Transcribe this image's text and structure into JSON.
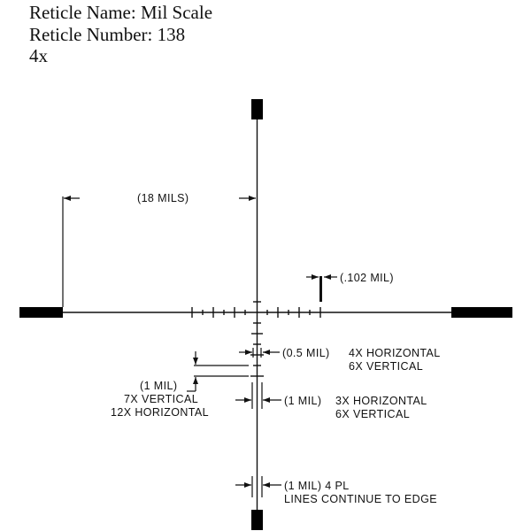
{
  "header": {
    "reticle_name": "Reticle Name: Mil Scale",
    "reticle_number": "Reticle Number: 138",
    "magnification": "4x"
  },
  "annotations": {
    "span": "(18 MILS)",
    "post_width": "(.102 MIL)",
    "half_mil": "(0.5 MIL)",
    "half_mil_h": "4X HORIZONTAL",
    "half_mil_v": "6X VERTICAL",
    "one_mil_left": "(1 MIL)",
    "one_mil_left_v": "7X VERTICAL",
    "one_mil_left_h": "12X HORIZONTAL",
    "one_mil_right": "(1 MIL)",
    "one_mil_right_h": "3X HORIZONTAL",
    "one_mil_right_v": "6X VERTICAL",
    "edge_mil": "(1 MIL) 4 PL",
    "edge_note": "LINES CONTINUE TO EDGE"
  },
  "colors": {
    "ink": "#111111",
    "background": "#ffffff"
  }
}
